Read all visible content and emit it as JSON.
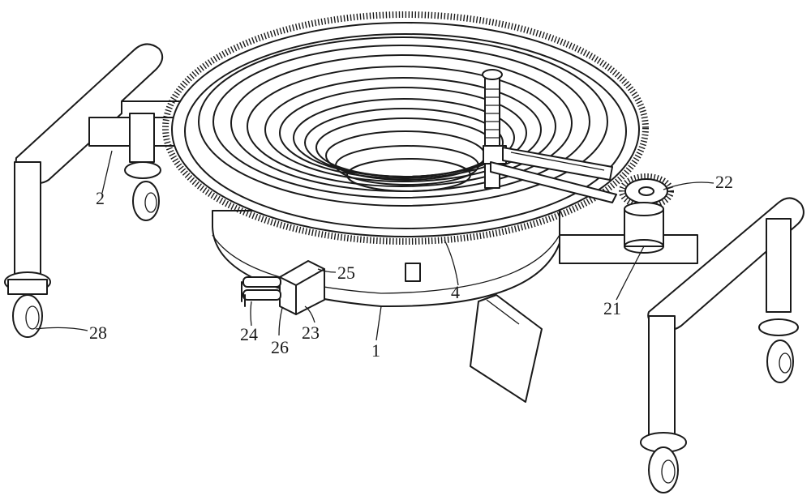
{
  "labels": {
    "l1": "1",
    "l2": "2",
    "l4": "4",
    "l21": "21",
    "l22": "22",
    "l23": "23",
    "l24": "24",
    "l25": "25",
    "l26": "26",
    "l28": "28"
  }
}
